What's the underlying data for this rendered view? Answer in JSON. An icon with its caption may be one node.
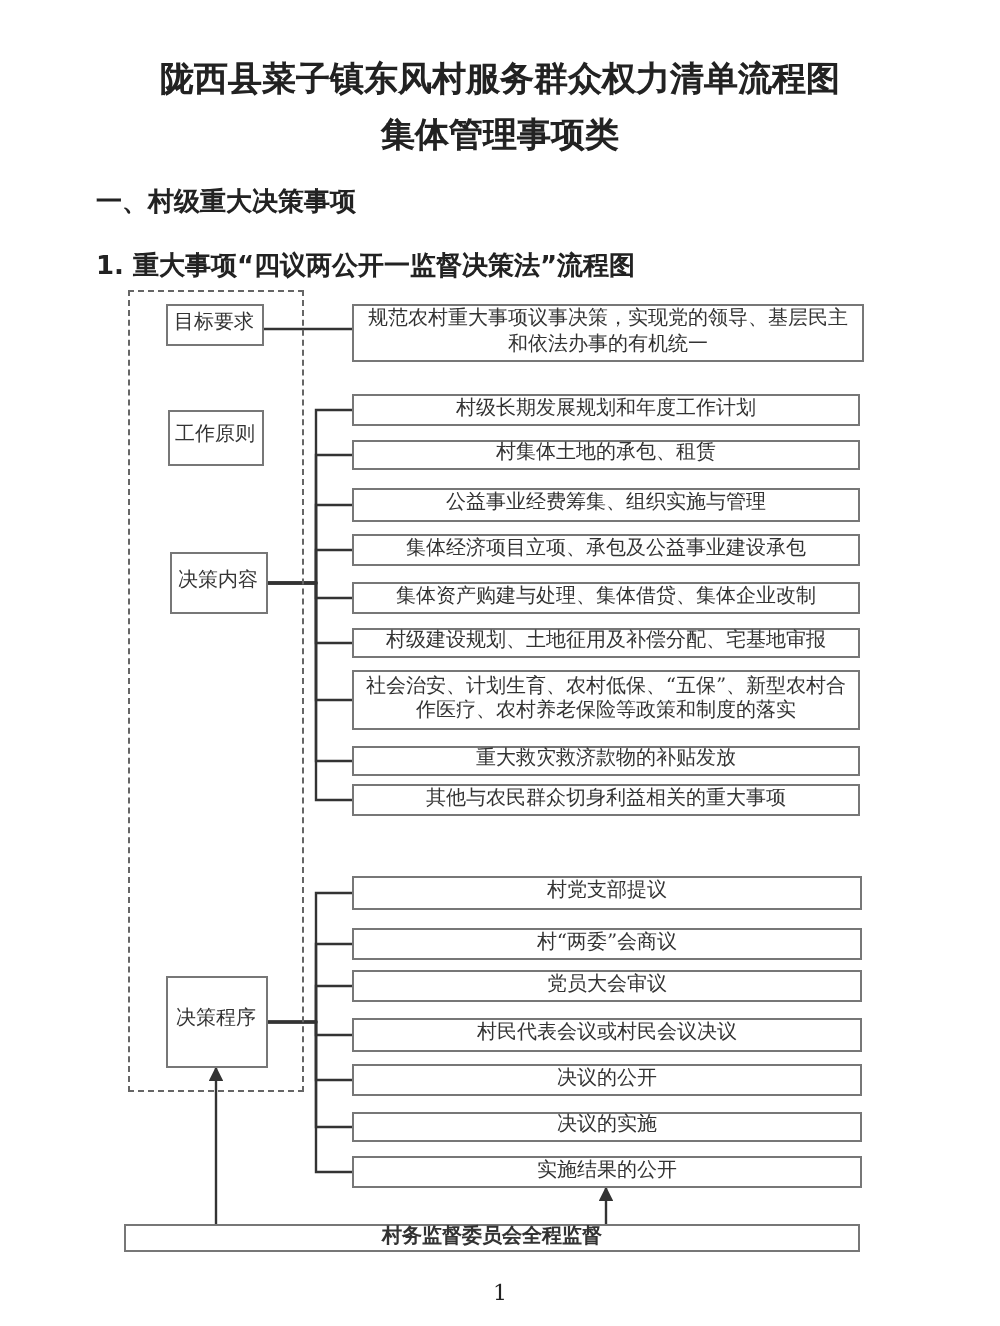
{
  "diagram": {
    "title": "陇西县菜子镇东风村服务群众权力清单流程图",
    "nodes": [
      {
        "text": [],
        "shape": "box"
      },
      {
        "text": [
          "目标要求"
        ],
        "in": 0
      },
      {
        "text": [
          "工作原则"
        ],
        "in": 0
      },
      {
        "text": [
          "决策内容"
        ],
        "in": 0
      },
      {
        "text": [
          "决策程序"
        ],
        "in": 0
      },
      {
        "text": [
          "规范农村重大事项议事决策，实现党的领导、基层民主和依法办事的有机统一"
        ]
      },
      {
        "text": [
          "村级长期发展规划和年度工作计划"
        ]
      },
      {
        "text": [
          "村集体土地的承包、租赁"
        ]
      },
      {
        "text": [
          "公益事业经费筹集、组织实施与管理"
        ]
      },
      {
        "text": [
          "集体经济项目立项、承包及公益事业建设承包"
        ]
      },
      {
        "text": [
          "集体资产购建与处理、集体借贷、集体企业改制"
        ]
      },
      {
        "text": [
          "村级建设规划、土地征用及补偿分配、宅基地审报"
        ]
      },
      {
        "text": [
          "社会治安、计划生育、农村低保、“五保”、新型农村合作医疗、农村养老保险等政策和制度的落实"
        ]
      },
      {
        "text": [
          "重大救灾救济款物的补贴发放"
        ]
      },
      {
        "text": [
          "其他与农民群众切身利益相关的重大事项"
        ]
      },
      {
        "text": [
          "村党支部提议"
        ]
      },
      {
        "text": [
          "村“两委”会商议"
        ]
      },
      {
        "text": [
          "党员大会审议"
        ]
      },
      {
        "text": [
          "村民代表会议或村民会议决议"
        ]
      },
      {
        "text": [
          "决议的公开"
        ]
      },
      {
        "text": [
          "决议的实施"
        ]
      },
      {
        "text": [
          "实施结果的公开"
        ]
      },
      {
        "text": [
          "村务监督委员会全程监督"
        ]
      }
    ],
    "edges": [
      {
        "from": 1,
        "to": 5,
        "arrow": "none"
      },
      {
        "from": 3,
        "to": 6,
        "arrow": "none"
      },
      {
        "from": 3,
        "to": 7,
        "arrow": "none"
      },
      {
        "from": 3,
        "to": 8,
        "arrow": "none"
      },
      {
        "from": 3,
        "to": 9,
        "arrow": "none"
      },
      {
        "from": 3,
        "to": 10,
        "arrow": "none"
      },
      {
        "from": 3,
        "to": 11,
        "arrow": "none"
      },
      {
        "from": 3,
        "to": 12,
        "arrow": "none"
      },
      {
        "from": 3,
        "to": 13,
        "arrow": "none"
      },
      {
        "from": 3,
        "to": 14,
        "arrow": "none"
      },
      {
        "from": 4,
        "to": 15,
        "arrow": "none"
      },
      {
        "from": 4,
        "to": 16,
        "arrow": "none"
      },
      {
        "from": 4,
        "to": 17,
        "arrow": "none"
      },
      {
        "from": 4,
        "to": 18,
        "arrow": "none"
      },
      {
        "from": 4,
        "to": 19,
        "arrow": "none"
      },
      {
        "from": 4,
        "to": 20,
        "arrow": "none"
      },
      {
        "from": 4,
        "to": 21,
        "arrow": "none"
      },
      {
        "from": 22,
        "to": 4,
        "arrow": "to"
      },
      {
        "from": 22,
        "to": 21,
        "arrow": "to"
      }
    ],
    "labels": [
      "集体管理事项类",
      "一、村级重大决策事项",
      "1. 重大事项“四议两公开一监督决策法”流程图",
      "1"
    ]
  }
}
